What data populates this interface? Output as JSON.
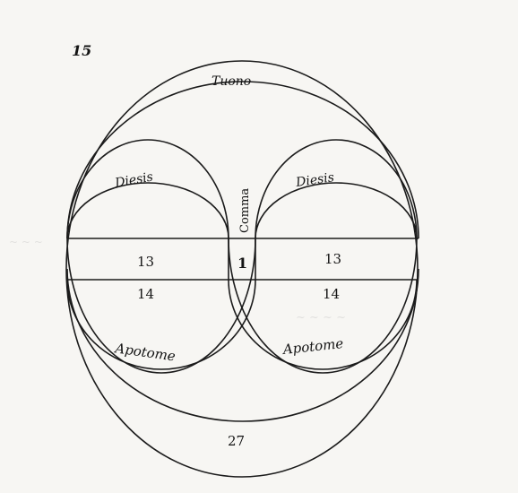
{
  "page_number": "15",
  "labels": {
    "tuono": "Tuono",
    "diesis_left": "Diesis",
    "diesis_right": "Diesis",
    "comma_label": "Comma",
    "value_comma": "1",
    "value_13_left": "13",
    "value_13_right": "13",
    "value_14_left": "14",
    "value_14_right": "14",
    "apotome_left": "Apotome",
    "apotome_right": "Apotome",
    "value_27": "27"
  },
  "colors": {
    "ink": "#1b1b1b",
    "paper": "#f7f6f3"
  }
}
